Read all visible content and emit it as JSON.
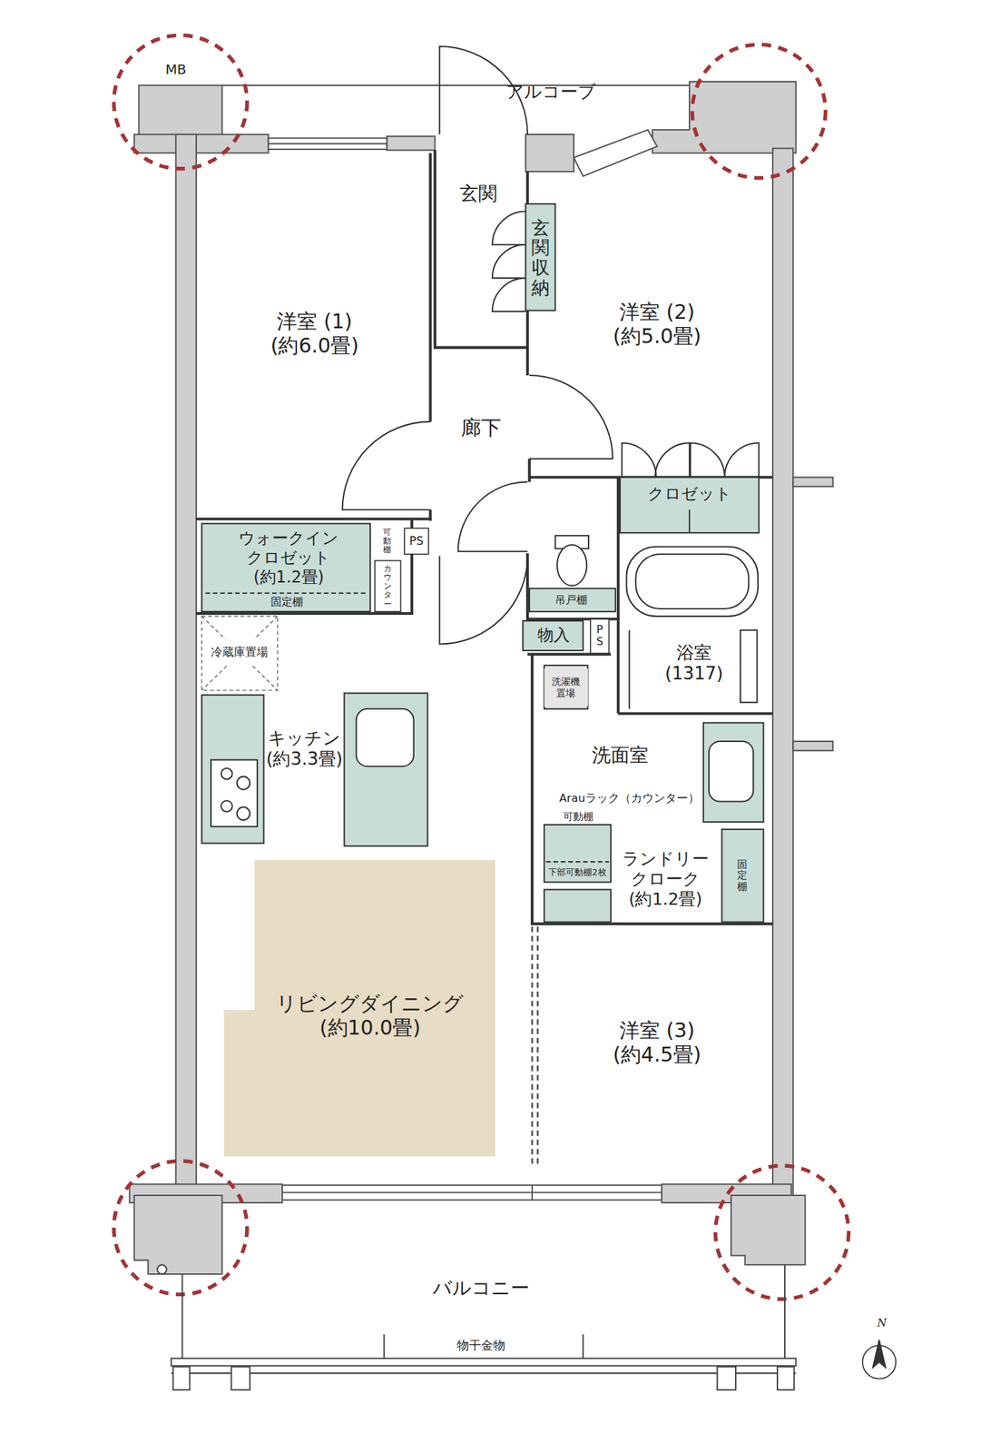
{
  "diagram": {
    "nodes": [
      {
        "text": [
          "アルコーブ"
        ]
      },
      {
        "text": [
          "玄関"
        ]
      },
      {
        "text": [
          "玄関収納"
        ]
      },
      {
        "text": [
          "洋室 (1)",
          "(約6.0畳)"
        ]
      },
      {
        "text": [
          "洋室 (2)",
          "(約5.0畳)"
        ]
      },
      {
        "text": [
          "廊下"
        ]
      },
      {
        "text": [
          "クロゼット"
        ]
      },
      {
        "text": [
          "ウォークイン クロゼット",
          "(約1.2畳)"
        ]
      },
      {
        "text": [
          "物入"
        ]
      },
      {
        "text": [
          "冷蔵庫置場"
        ]
      },
      {
        "text": [
          "浴室",
          "(1317)"
        ]
      },
      {
        "text": [
          "洗濯機 置場"
        ]
      },
      {
        "text": [
          "キッチン",
          "(約3.3畳)"
        ]
      },
      {
        "text": [
          "洗面室"
        ]
      },
      {
        "text": [
          "ランドリー クローク",
          "(約1.2畳)"
        ]
      },
      {
        "text": [
          "リビングダイニング",
          "(約10.0畳)"
        ]
      },
      {
        "text": [
          "洋室 (3)",
          "(約4.5畳)"
        ]
      },
      {
        "text": [
          "バルコニー"
        ]
      }
    ],
    "labels": [
      "MB",
      "PS",
      "可動棚",
      "カウンター",
      "固定棚",
      "吊戸棚",
      "PS",
      "Arauラック（カウンター）",
      "可動棚",
      "下部可動棚2枚",
      "固定棚",
      "物干金物",
      "N"
    ]
  }
}
